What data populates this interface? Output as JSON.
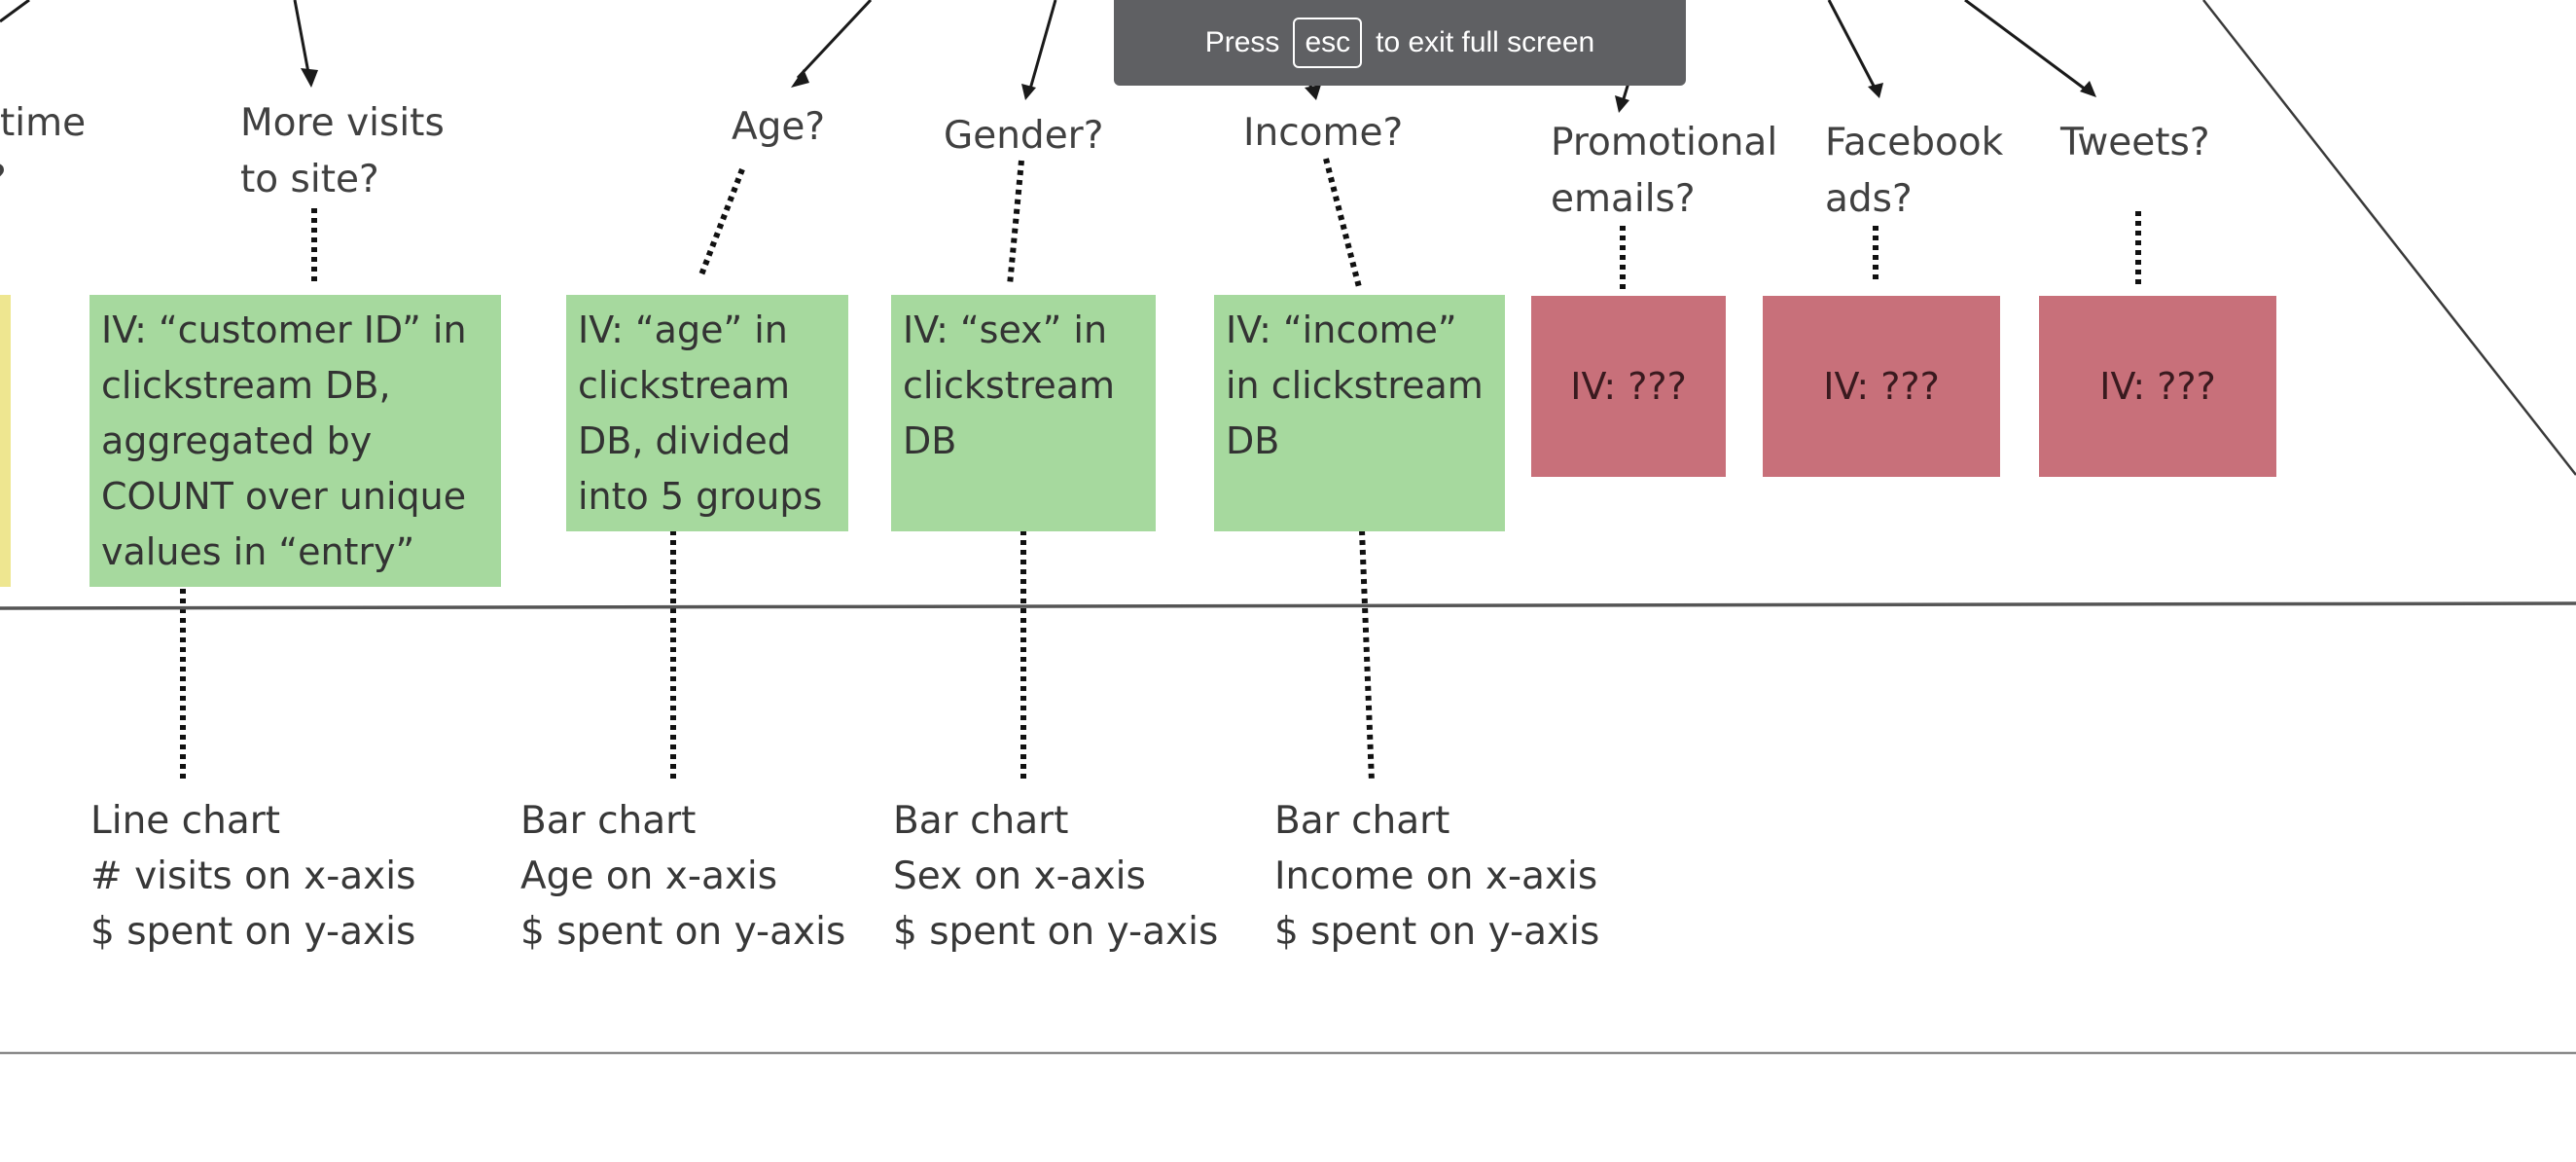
{
  "fullscreen_notice": {
    "prefix": "Press",
    "key": "esc",
    "suffix": "to exit full screen"
  },
  "questions": {
    "time": [
      "time",
      "?"
    ],
    "more_visits": [
      "More visits",
      "to site?"
    ],
    "age": [
      "Age?"
    ],
    "gender": [
      "Gender?"
    ],
    "income": [
      "Income?"
    ],
    "promotional_emails": [
      "Promotional",
      "emails?"
    ],
    "facebook_ads": [
      "Facebook",
      "ads?"
    ],
    "tweets": [
      "Tweets?"
    ]
  },
  "iv_boxes": {
    "customer_id": [
      "IV: “customer ID” in",
      "clickstream DB,",
      "aggregated by",
      "COUNT over unique",
      "values in “entry”"
    ],
    "age": [
      "IV: “age” in",
      "clickstream",
      "DB, divided",
      "into 5 groups"
    ],
    "sex": [
      "IV: “sex” in",
      "clickstream",
      "DB"
    ],
    "income": [
      "IV: “income”",
      "in clickstream",
      "DB"
    ],
    "unknown_emails": "IV: ???",
    "unknown_facebook": "IV: ???",
    "unknown_tweets": "IV: ???"
  },
  "visualizations": {
    "visits": [
      "Line chart",
      "# visits on x-axis",
      "$ spent on y-axis"
    ],
    "age": [
      "Bar chart",
      "Age on x-axis",
      "$ spent on y-axis"
    ],
    "sex": [
      "Bar chart",
      "Sex on x-axis",
      "$ spent on y-axis"
    ],
    "income": [
      "Bar chart",
      "Income on x-axis",
      "$ spent on y-axis"
    ]
  },
  "colors": {
    "known_iv": "#a6d99e",
    "unknown_iv": "#c8707a",
    "partial_box": "#eee690",
    "lines": "#1a1a1a",
    "divider": "#555555"
  }
}
